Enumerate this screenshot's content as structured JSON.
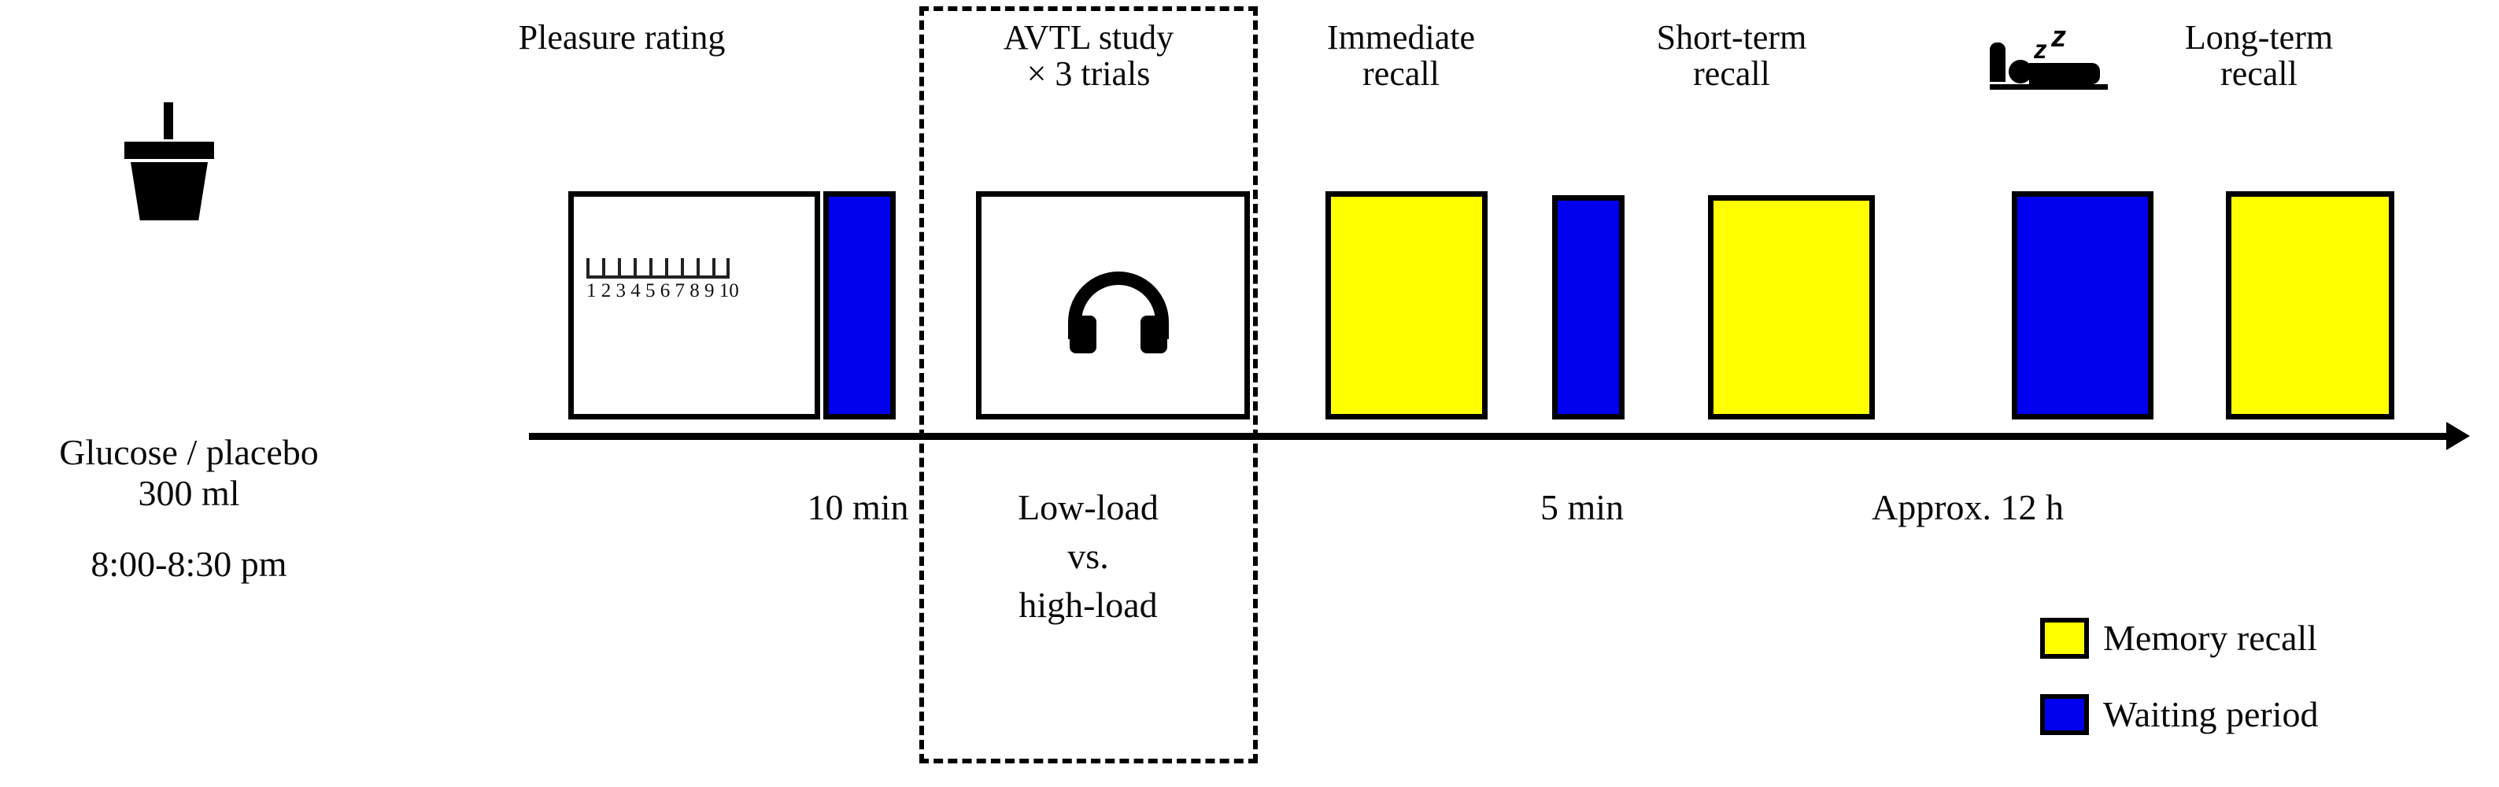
{
  "figure": {
    "type": "experimental-timeline-diagram",
    "title": ""
  },
  "intervention": {
    "icon": "drink-cup-icon",
    "line1": "Glucose / placebo",
    "line2": "300 ml",
    "line3": "8:00-8:30 pm"
  },
  "phases": [
    {
      "id": "pleasure-rating",
      "top_label": "Pleasure rating",
      "box_kind": "white",
      "content": "rating-scale",
      "scale": {
        "min": 1,
        "max": 10,
        "tick_labels": "1 2 3 4 5 6 7 8 9 10",
        "tick_count": 10
      }
    },
    {
      "id": "wait-10-min",
      "top_label": "",
      "box_kind": "blue",
      "bottom_label": "10 min"
    },
    {
      "id": "avtl-study",
      "top_label": "AVTL study\n× 3 trials",
      "box_kind": "white",
      "content": "headphones-icon",
      "bottom_label": "Low-load\nvs.\nhigh-load",
      "highlighted": true
    },
    {
      "id": "immediate-recall",
      "top_label": "Immediate\nrecall",
      "box_kind": "yellow"
    },
    {
      "id": "wait-5-min",
      "top_label": "",
      "box_kind": "blue",
      "bottom_label": "5 min"
    },
    {
      "id": "short-term-recall",
      "top_label": "Short-term\nrecall",
      "box_kind": "yellow"
    },
    {
      "id": "sleep-approx-12h",
      "top_label": "",
      "icon": "sleeping-bed-icon",
      "box_kind": "blue",
      "bottom_label": "Approx. 12 h"
    },
    {
      "id": "long-term-recall",
      "top_label": "Long-term\nrecall",
      "box_kind": "yellow"
    }
  ],
  "top_labels": {
    "pleasure_rating": "Pleasure rating",
    "avtl_line1": "AVTL study",
    "avtl_line2": "× 3 trials",
    "immediate_line1": "Immediate",
    "immediate_line2": "recall",
    "short_line1": "Short-term",
    "short_line2": "recall",
    "long_line1": "Long-term",
    "long_line2": "recall"
  },
  "bottom_labels": {
    "ten_min": "10 min",
    "load_line1": "Low-load",
    "load_line2": "vs.",
    "load_line3": "high-load",
    "five_min": "5 min",
    "approx_12h": "Approx. 12 h"
  },
  "legend": {
    "items": [
      {
        "swatch_color": "#ffff00",
        "label": "Memory recall"
      },
      {
        "swatch_color": "#0000ee",
        "label": "Waiting period"
      }
    ]
  },
  "colors": {
    "memory_recall": "#ffff00",
    "waiting_period": "#0000ee",
    "stroke": "#000000",
    "background": "#ffffff"
  },
  "scale_numbers": "1 2 3 4 5 6 7 8 9 10"
}
